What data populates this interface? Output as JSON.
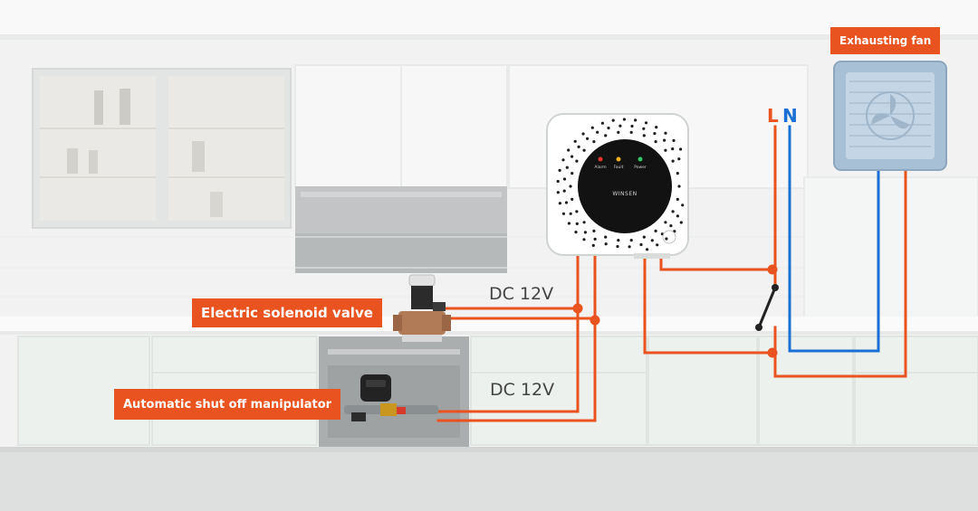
{
  "labels": {
    "exhausting_fan": "Exhausting fan",
    "solenoid_valve": "Electric solenoid valve",
    "shutoff_manipulator": "Automatic shut off manipulator",
    "dc_top": "DC 12V",
    "dc_bottom": "DC 12V",
    "live": "L",
    "neutral": "N"
  },
  "detector": {
    "indicators": [
      "Alarm",
      "Fault",
      "Power"
    ],
    "brand": "WINSEN"
  },
  "colors": {
    "live_wire": "#e9531f",
    "neutral_wire": "#1a6fd6",
    "tag_background": "#e9531f",
    "tag_text": "#ffffff"
  }
}
